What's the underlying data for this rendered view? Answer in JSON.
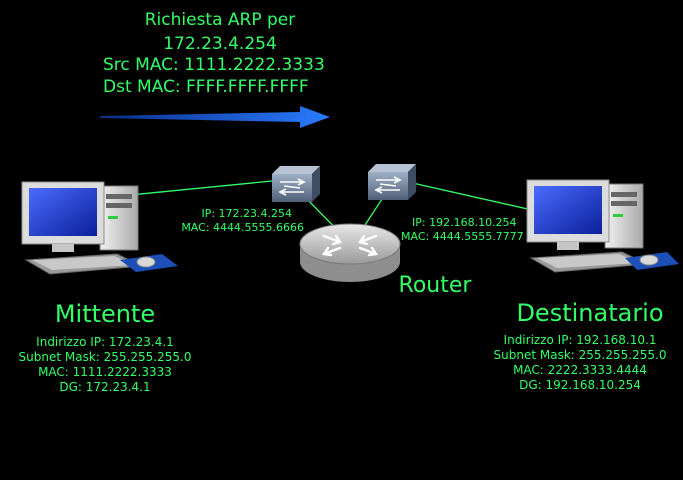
{
  "header": {
    "lines": [
      "Richiesta ARP per",
      "172.23.4.254",
      "Src MAC: 1111.2222.3333",
      "Dst MAC: FFFF.FFFF.FFFF"
    ]
  },
  "sender": {
    "name": "Mittente",
    "info": [
      "Indirizzo IP: 172.23.4.1",
      "Subnet Mask: 255.255.255.0",
      "MAC: 1111.2222.3333",
      "DG: 172.23.4.1"
    ]
  },
  "receiver": {
    "name": "Destinatario",
    "info": [
      "Indirizzo IP: 192.168.10.1",
      "Subnet Mask: 255.255.255.0",
      "MAC: 2222.3333.4444",
      "DG: 192.168.10.254"
    ]
  },
  "router": {
    "name": "Router",
    "left_iface": [
      "IP: 172.23.4.254",
      "MAC: 4444.5555.6666"
    ],
    "right_iface": [
      "IP: 192.168.10.254",
      "MAC: 4444.5555.7777"
    ]
  },
  "colors": {
    "text": "#33ff66",
    "link": "#33ff66",
    "arrow": "#1a5fd6",
    "background": "#000000"
  },
  "icons": [
    "desktop-computer-icon",
    "switch-icon",
    "router-icon"
  ]
}
